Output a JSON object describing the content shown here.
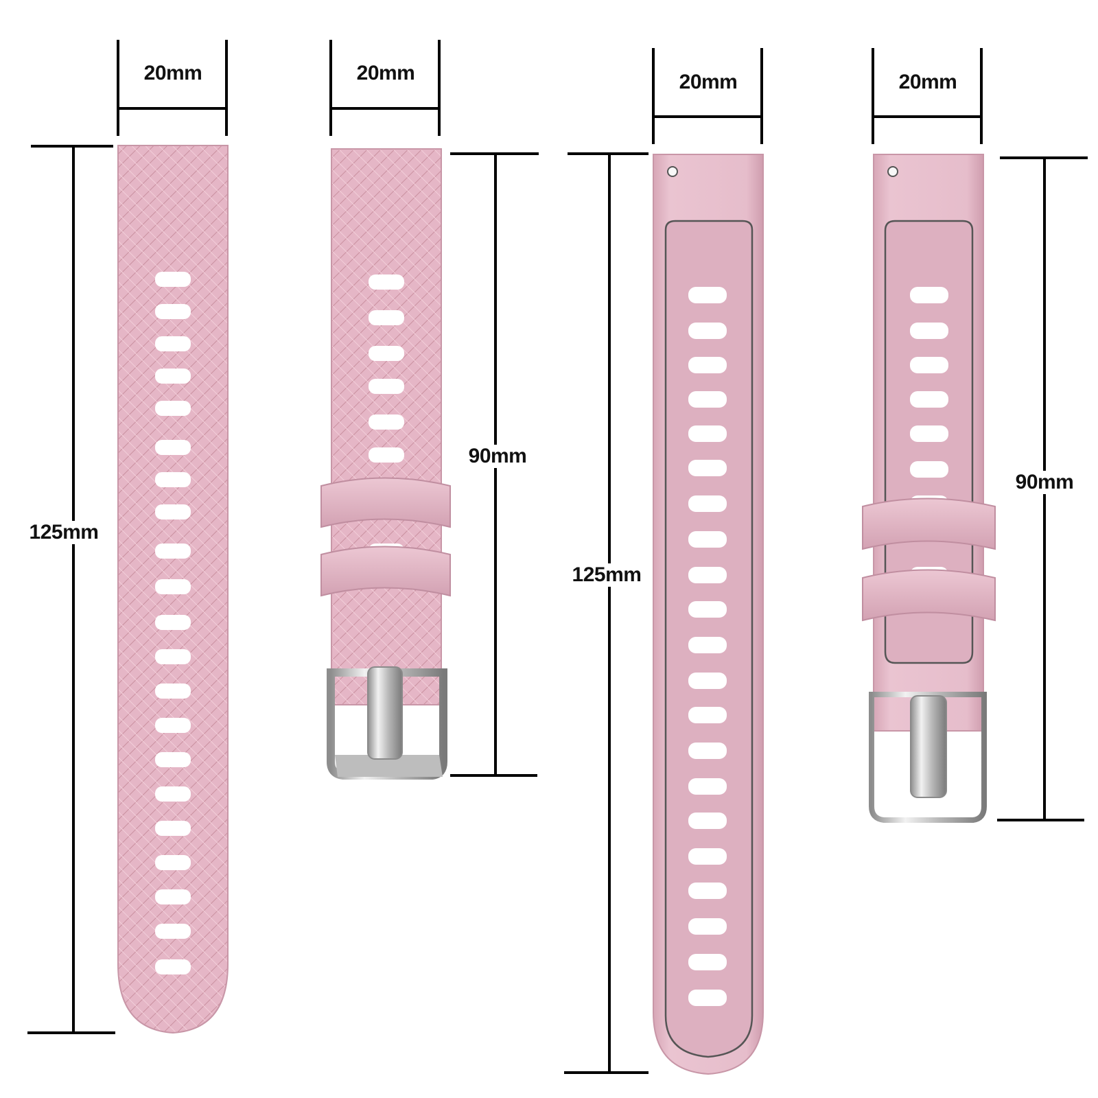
{
  "image": {
    "subject": "silicone watch band straps",
    "colors": {
      "strap": "#e7b9c9",
      "strap_shadow": "#cf98ab",
      "strap_inner": "#dcaab9",
      "hole": "#ffffff",
      "buckle": "#c9c9c9",
      "line": "#000000"
    }
  },
  "dimensions": {
    "strap1_width": "20mm",
    "strap1_length": "125mm",
    "strap2_width": "20mm",
    "strap2_length": "90mm",
    "strap3_width": "20mm",
    "strap3_length": "125mm",
    "strap4_width": "20mm",
    "strap4_length": "90mm"
  }
}
